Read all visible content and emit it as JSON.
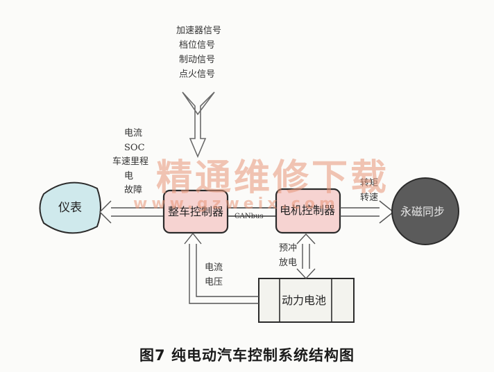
{
  "inputs": [
    "加速器信号",
    "档位信号",
    "制动信号",
    "点火信号"
  ],
  "vcu_outputs": [
    "电流",
    "SOC",
    "车速里程",
    "电",
    "故障"
  ],
  "nodes": {
    "instrument": "仪表",
    "vcu": "整车控制器",
    "motor_controller": "电机控制器",
    "motor": "永磁同步",
    "battery": "动力电池"
  },
  "bus_label": "CANbus",
  "motor_outputs": [
    "转矩",
    "转速"
  ],
  "battery_motor_signals": [
    "预冲",
    "放电"
  ],
  "battery_vcu_signals": [
    "电流",
    "电压"
  ],
  "caption": "图7 纯电动汽车控制系统结构图",
  "watermark": {
    "text": "精通维修下载",
    "url": "www.gzweix.com"
  },
  "colors": {
    "controller_fill": "#f6d3d1",
    "instrument_fill": "#cfe9ec",
    "motor_fill": "#5b5b5b",
    "battery_fill": "#f3f3ee"
  }
}
